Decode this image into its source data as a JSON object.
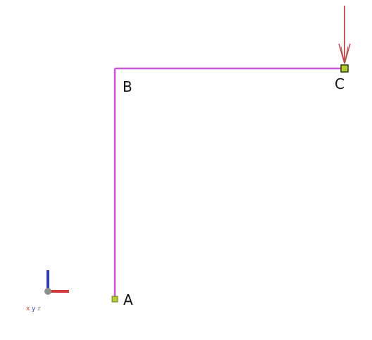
{
  "diagram": {
    "type": "frame-structure",
    "member_color": "#c956d6",
    "support_color": "#b8cc3a",
    "load_color": "#b84a4a",
    "nodes": [
      {
        "id": "A",
        "label": "A"
      },
      {
        "id": "B",
        "label": "B"
      },
      {
        "id": "C",
        "label": "C"
      }
    ],
    "members": [
      {
        "from": "A",
        "to": "B"
      },
      {
        "from": "B",
        "to": "C"
      }
    ],
    "load": {
      "at": "C",
      "direction": "down",
      "icon": "arrow-down-icon"
    }
  },
  "triad": {
    "icon": "axis-triad-icon",
    "x_letter": "x",
    "y_letter": "y",
    "z_letter": "z",
    "x_color": "#d23b3b",
    "y_color": "#2a3db5",
    "z_color": "#8f8f8f"
  }
}
